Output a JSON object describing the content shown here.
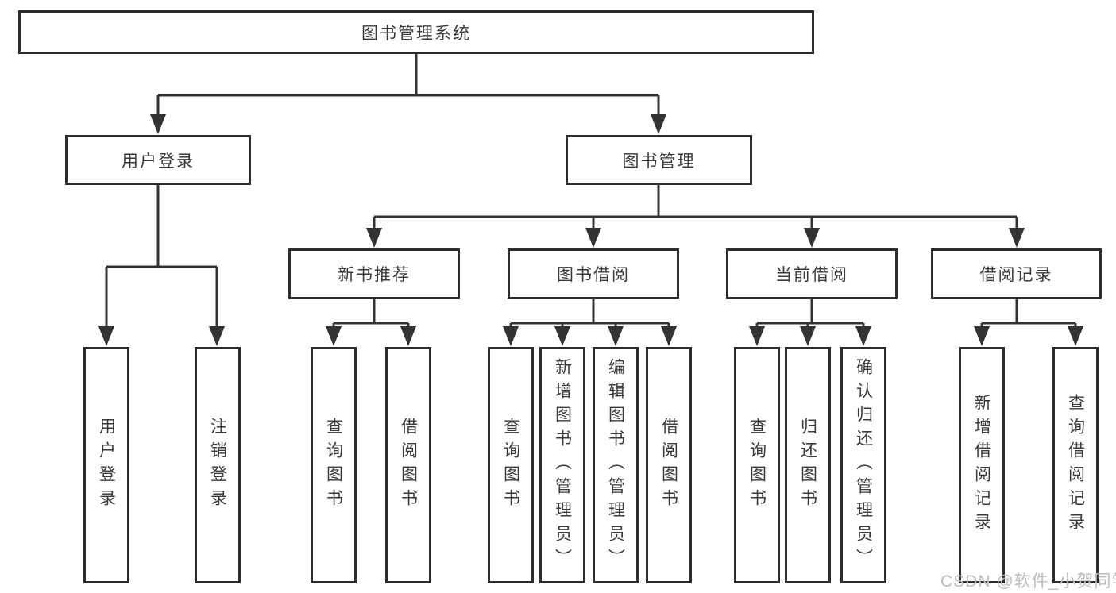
{
  "diagram": {
    "title": "图书管理系统",
    "root": {
      "label": "图书管理系统"
    },
    "level2": {
      "user_login_group": {
        "label": "用户登录"
      },
      "book_management": {
        "label": "图书管理"
      }
    },
    "level3": {
      "new_book_recommend": {
        "label": "新书推荐"
      },
      "book_borrowing": {
        "label": "图书借阅"
      },
      "current_borrowing": {
        "label": "当前借阅"
      },
      "borrowing_records": {
        "label": "借阅记录"
      }
    },
    "leaves": {
      "user_login": {
        "label": "用户登录"
      },
      "logout": {
        "label": "注销登录"
      },
      "query_books_recommend": {
        "label": "查询图书"
      },
      "borrow_books_recommend": {
        "label": "借阅图书"
      },
      "query_books_borrowing": {
        "label": "查询图书"
      },
      "add_books_admin": {
        "label": "新增图书（管理员）"
      },
      "edit_books_admin": {
        "label": "编辑图书（管理员）"
      },
      "borrow_books_borrowing": {
        "label": "借阅图书"
      },
      "query_books_current": {
        "label": "查询图书"
      },
      "return_books": {
        "label": "归还图书"
      },
      "confirm_return_admin": {
        "label": "确认归还（管理员）"
      },
      "add_borrow_record": {
        "label": "新增借阅记录"
      },
      "query_borrow_record": {
        "label": "查询借阅记录"
      }
    },
    "watermark": {
      "text": "CSDN @软件_小贺同学"
    },
    "colors": {
      "line": "#333333",
      "border": "#2d2d2d",
      "text": "#3a3a3a",
      "watermark": "#bdbdbd",
      "background": "#ffffff"
    }
  }
}
